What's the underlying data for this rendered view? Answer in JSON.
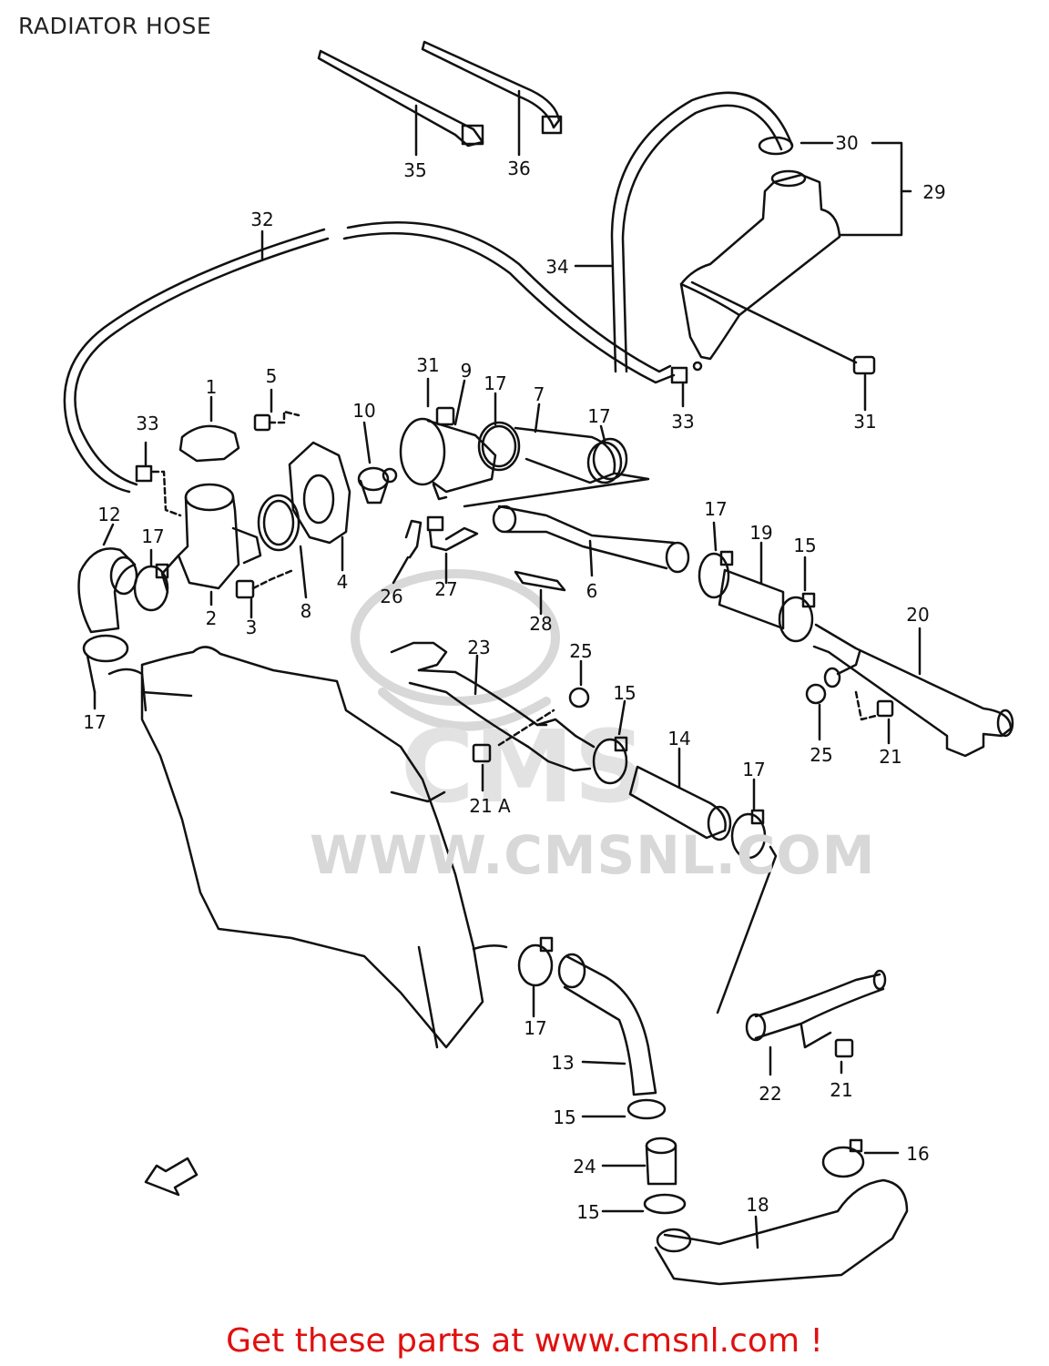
{
  "title": "RADIATOR HOSE",
  "footer": "Get these parts at www.cmsnl.com !",
  "watermark": {
    "logo_text": "CMS",
    "url_text": "WWW.CMSNL.COM"
  },
  "colors": {
    "line": "#111111",
    "footer": "#e0100e",
    "watermark": "#d8d8d8"
  },
  "part_labels": [
    {
      "id": "35",
      "text": "35"
    },
    {
      "id": "36",
      "text": "36"
    },
    {
      "id": "30",
      "text": "30"
    },
    {
      "id": "29",
      "text": "29"
    },
    {
      "id": "32",
      "text": "32"
    },
    {
      "id": "34",
      "text": "34"
    },
    {
      "id": "31a",
      "text": "31"
    },
    {
      "id": "9",
      "text": "9"
    },
    {
      "id": "17a",
      "text": "17"
    },
    {
      "id": "7",
      "text": "7"
    },
    {
      "id": "17b",
      "text": "17"
    },
    {
      "id": "1",
      "text": "1"
    },
    {
      "id": "5",
      "text": "5"
    },
    {
      "id": "10",
      "text": "10"
    },
    {
      "id": "33a",
      "text": "33"
    },
    {
      "id": "33b",
      "text": "33"
    },
    {
      "id": "31b",
      "text": "31"
    },
    {
      "id": "12",
      "text": "12"
    },
    {
      "id": "17c",
      "text": "17"
    },
    {
      "id": "2",
      "text": "2"
    },
    {
      "id": "3",
      "text": "3"
    },
    {
      "id": "8",
      "text": "8"
    },
    {
      "id": "4",
      "text": "4"
    },
    {
      "id": "26",
      "text": "26"
    },
    {
      "id": "27",
      "text": "27"
    },
    {
      "id": "6",
      "text": "6"
    },
    {
      "id": "17d",
      "text": "17"
    },
    {
      "id": "19",
      "text": "19"
    },
    {
      "id": "15a",
      "text": "15"
    },
    {
      "id": "28",
      "text": "28"
    },
    {
      "id": "20",
      "text": "20"
    },
    {
      "id": "23",
      "text": "23"
    },
    {
      "id": "25a",
      "text": "25"
    },
    {
      "id": "17e",
      "text": "17"
    },
    {
      "id": "15b",
      "text": "15"
    },
    {
      "id": "14",
      "text": "14"
    },
    {
      "id": "25b",
      "text": "25"
    },
    {
      "id": "21a",
      "text": "21"
    },
    {
      "id": "21A",
      "text": "21 A"
    },
    {
      "id": "17f",
      "text": "17"
    },
    {
      "id": "17g",
      "text": "17"
    },
    {
      "id": "13",
      "text": "13"
    },
    {
      "id": "22",
      "text": "22"
    },
    {
      "id": "21b",
      "text": "21"
    },
    {
      "id": "15c",
      "text": "15"
    },
    {
      "id": "24",
      "text": "24"
    },
    {
      "id": "16",
      "text": "16"
    },
    {
      "id": "15d",
      "text": "15"
    },
    {
      "id": "18",
      "text": "18"
    }
  ]
}
